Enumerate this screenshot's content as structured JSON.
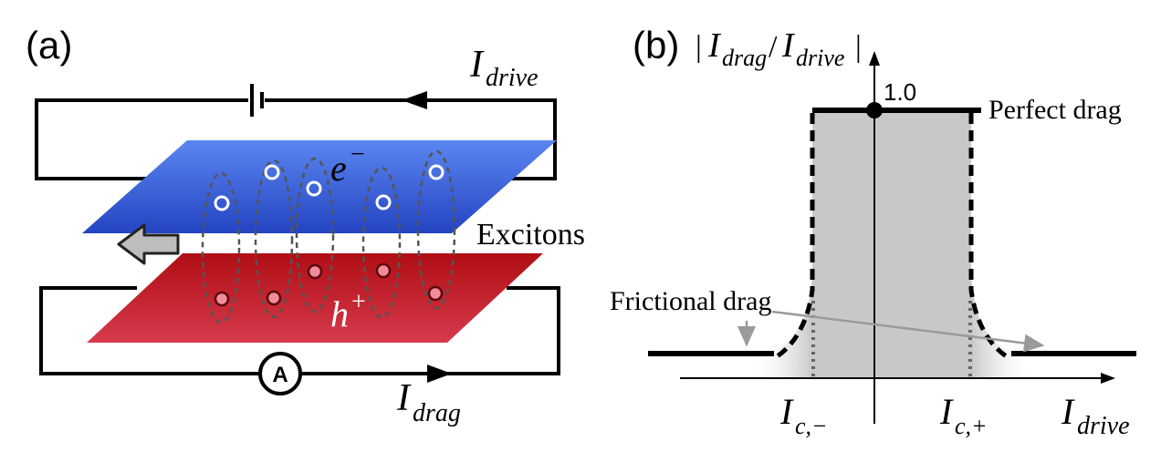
{
  "panel_a": {
    "panel_label": "(a)",
    "drive_current": {
      "symbol": "I",
      "subscript": "drive"
    },
    "drag_current": {
      "symbol": "I",
      "subscript": "drag"
    },
    "electron_label": {
      "symbol": "e",
      "superscript": "−"
    },
    "hole_label": {
      "symbol": "h",
      "superscript": "+"
    },
    "excitons_label": "Excitons",
    "ammeter_label": "A",
    "colors": {
      "electron_layer": "#3f63d8",
      "hole_layer": "#c8102e",
      "hole_particle": "#f28b9b"
    },
    "icons": [
      "battery-icon",
      "ammeter-icon",
      "arrow-left-icon"
    ]
  },
  "panel_b": {
    "panel_label": "(b)",
    "y_axis_label": "|I_drag/I_drive|",
    "y_axis_parts": {
      "num_symbol": "I",
      "num_sub": "drag",
      "den_symbol": "I",
      "den_sub": "drive"
    },
    "x_axis_label": {
      "symbol": "I",
      "subscript": "drive"
    },
    "tick_1": "1.0",
    "ic_minus": {
      "symbol": "I",
      "subscript": "c,−"
    },
    "ic_plus": {
      "symbol": "I",
      "subscript": "c,+"
    },
    "perfect_drag_label": "Perfect drag",
    "frictional_drag_label": "Frictional drag",
    "colors": {
      "shading": "#c8c8c8"
    }
  }
}
